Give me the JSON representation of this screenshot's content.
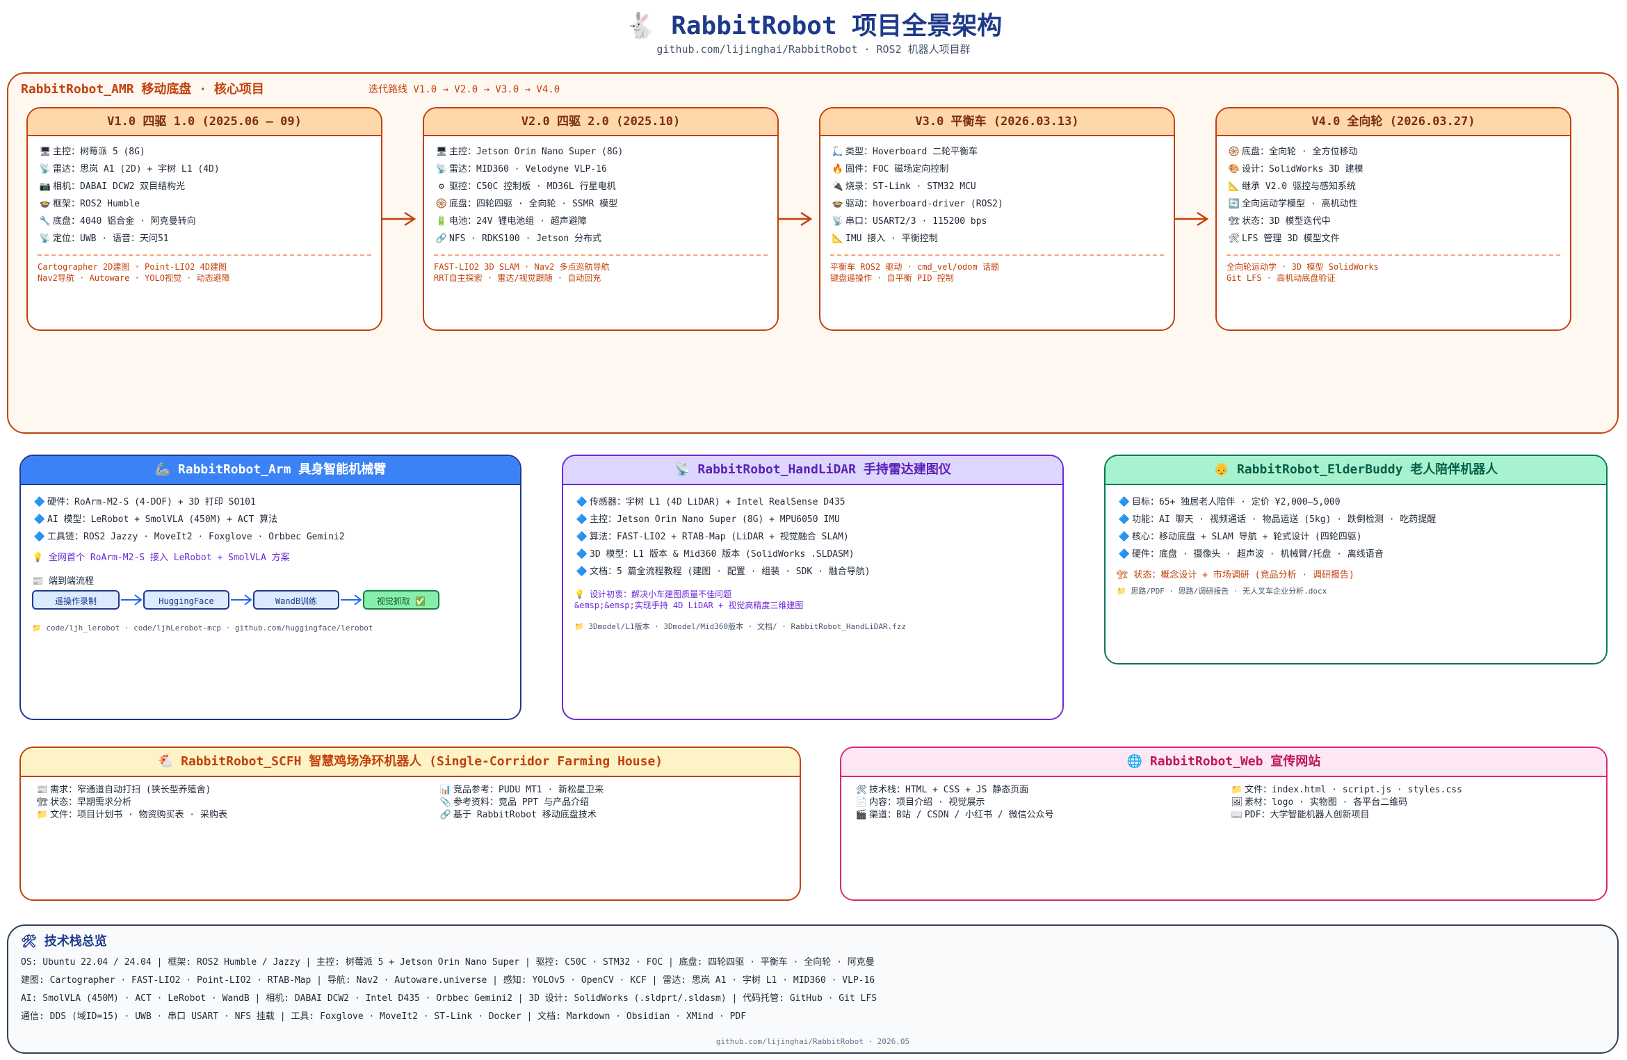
{
  "header": {
    "title": "🐇 RabbitRobot 项目全景架构",
    "subtitle": "github.com/lijinghai/RabbitRobot  ·  ROS2 机器人项目群"
  },
  "amr": {
    "title": "RabbitRobot_AMR  移动底盘 · 核心项目",
    "route": "迭代路线  V1.0 → V2.0 → V3.0 → V4.0",
    "versions": [
      {
        "title": "V1.0  四驱 1.0  (2025.06 – 09)",
        "items": [
          {
            "icon": "🖥",
            "text": "主控：树莓派 5 (8G)"
          },
          {
            "icon": "📡",
            "text": "雷达：思岚 A1 (2D) + 宇树 L1 (4D)"
          },
          {
            "icon": "📷",
            "text": "相机：DABAI DCW2 双目结构光"
          },
          {
            "icon": "🍲",
            "text": "框架：ROS2 Humble"
          },
          {
            "icon": "🔧",
            "text": "底盘：4040 铝合金 · 阿克曼转向"
          },
          {
            "icon": "📡",
            "text": "定位：UWB  · 语音：天问51"
          }
        ],
        "footer": [
          "Cartographer 2D建图 · Point-LIO2 4D建图",
          "Nav2导航 · Autoware · YOLO视觉 · 动态避障"
        ]
      },
      {
        "title": "V2.0  四驱 2.0  (2025.10)",
        "items": [
          {
            "icon": "🖥",
            "text": "主控：Jetson Orin Nano Super (8G)"
          },
          {
            "icon": "📡",
            "text": "雷达：MID360 · Velodyne VLP-16"
          },
          {
            "icon": "⚙",
            "text": "驱控：C50C 控制板 · MD36L 行星电机"
          },
          {
            "icon": "🛞",
            "text": "底盘：四轮四驱 · 全向轮 · SSMR 模型"
          },
          {
            "icon": "🔋",
            "text": "电池：24V 锂电池组 · 超声避障"
          },
          {
            "icon": "🔗",
            "text": "NFS · RDKS100 · Jetson 分布式"
          }
        ],
        "footer": [
          "FAST-LIO2 3D SLAM · Nav2 多点巡航导航",
          "RRT自主探索 · 雷达/视觉跟随 · 自动回充"
        ]
      },
      {
        "title": "V3.0  平衡车  (2026.03.13)",
        "items": [
          {
            "icon": "🛴",
            "text": "类型：Hoverboard 二轮平衡车"
          },
          {
            "icon": "🔥",
            "text": "固件：FOC 磁场定向控制"
          },
          {
            "icon": "🔌",
            "text": "烧录：ST-Link · STM32 MCU"
          },
          {
            "icon": "🍲",
            "text": "驱动：hoverboard-driver (ROS2)"
          },
          {
            "icon": "📡",
            "text": "串口：USART2/3 · 115200 bps"
          },
          {
            "icon": "📐",
            "text": "IMU 接入 · 平衡控制"
          }
        ],
        "footer": [
          "平衡车 ROS2 驱动 · cmd_vel/odom 话题",
          "键盘遥操作 · 自平衡 PID 控制"
        ]
      },
      {
        "title": "V4.0  全向轮  (2026.03.27)",
        "items": [
          {
            "icon": "🛞",
            "text": "底盘：全向轮 · 全方位移动"
          },
          {
            "icon": "🎨",
            "text": "设计：SolidWorks 3D 建模"
          },
          {
            "icon": "📐",
            "text": "继承 V2.0 驱控与感知系统"
          },
          {
            "icon": "🔄",
            "text": "全向运动学模型 · 高机动性"
          },
          {
            "icon": "🏗",
            "text": "状态：3D 模型迭代中"
          },
          {
            "icon": "🛠",
            "text": "LFS 管理 3D 模型文件"
          }
        ],
        "footer": [
          "全向轮运动学 · 3D 模型 SolidWorks",
          "Git LFS · 高机动底盘验证"
        ]
      }
    ]
  },
  "arm": {
    "title": "🦾 RabbitRobot_Arm  具身智能机械臂",
    "items": [
      "硬件：RoArm-M2-S (4-DOF) + 3D 打印 SO101",
      "AI 模型：LeRobot + SmolVLA (450M) + ACT 算法",
      "工具链：ROS2 Jazzy · MoveIt2 · Foxglove · Orbbec Gemini2"
    ],
    "highlight": "💡 全网首个 RoArm-M2-S 接入 LeRobot + SmolVLA 方案",
    "flow_title": "📰 端到端流程",
    "flow": [
      "遥操作录制",
      "HuggingFace",
      "WandB训练",
      "视觉抓取 ✅"
    ],
    "paths": "📁 code/ljh_lerobot  ·  code/ljhLerobot-mcp  ·  github.com/huggingface/lerobot"
  },
  "hand": {
    "title": "📡 RabbitRobot_HandLiDAR  手持雷达建图仪",
    "items": [
      "传感器：宇树 L1 (4D LiDAR) + Intel RealSense D435",
      "主控：Jetson Orin Nano Super (8G) + MPU6050 IMU",
      "算法：FAST-LIO2 + RTAB-Map (LiDAR + 视觉融合 SLAM)",
      "3D 模型：L1 版本 & Mid360 版本 (SolidWorks .SLDASM)",
      "文档：5 篇全流程教程 (建图 · 配置 · 组装 · SDK · 融合导航)"
    ],
    "note1": "💡 设计初衷：解决小车建图质量不佳问题",
    "note2": "&emsp;&emsp;实现手持 4D LiDAR + 视觉高精度三维建图",
    "paths": "📁 3Dmodel/L1版本 · 3Dmodel/Mid360版本 · 文档/  ·  RabbitRobot_HandLiDAR.fzz"
  },
  "elder": {
    "title": "👴 RabbitRobot_ElderBuddy  老人陪伴机器人",
    "items": [
      "目标：65+ 独居老人陪伴  ·  定价 ¥2,000–5,000",
      "功能：AI 聊天 · 视频通话 · 物品运送 (5kg) · 跌倒检测 · 吃药提醒",
      "核心：移动底盘 + SLAM 导航 + 轮式设计 (四轮四驱)",
      "硬件：底盘 · 摄像头 · 超声波 · 机械臂/托盘 · 离线语音"
    ],
    "status": "🏗 状态：概念设计 + 市场调研 (竞品分析 · 调研报告)",
    "paths": "📁 思路/PDF · 思路/调研报告 · 无人叉车企业分析.docx"
  },
  "scfh": {
    "title": "🐔 RabbitRobot_SCFH  智慧鸡场净环机器人  (Single-Corridor Farming House)",
    "left": [
      {
        "icon": "📰",
        "text": "需求：窄通道自动打扫 (狭长型养殖舍)"
      },
      {
        "icon": "🏗",
        "text": "状态：早期需求分析"
      },
      {
        "icon": "📁",
        "text": "文件：项目计划书 · 物资购买表 · 采购表"
      }
    ],
    "right": [
      {
        "icon": "📊",
        "text": "竞品参考：PUDU MT1 · 新松星卫来"
      },
      {
        "icon": "📎",
        "text": "参考资料：竞品 PPT 与产品介绍"
      },
      {
        "icon": "🔗",
        "text": "基于 RabbitRobot 移动底盘技术"
      }
    ]
  },
  "web": {
    "title": "🌐 RabbitRobot_Web  宣传网站",
    "left": [
      {
        "icon": "🛠",
        "text": "技术栈：HTML + CSS + JS 静态页面"
      },
      {
        "icon": "📄",
        "text": "内容：项目介绍 · 视觉展示"
      },
      {
        "icon": "🎬",
        "text": "渠道：B站 / CSDN / 小红书 / 微信公众号"
      }
    ],
    "right": [
      {
        "icon": "📁",
        "text": "文件：index.html · script.js · styles.css"
      },
      {
        "icon": "🖼",
        "text": "素材：logo · 实物图 · 各平台二维码"
      },
      {
        "icon": "📖",
        "text": "PDF：大学智能机器人创新项目"
      }
    ]
  },
  "tech": {
    "title": "🛠 技术栈总览",
    "rows": [
      "OS: Ubuntu 22.04 / 24.04    |    框架: ROS2 Humble / Jazzy    |    主控: 树莓派 5 + Jetson Orin Nano Super    |    驱控: C50C · STM32 · FOC    |    底盘: 四轮四驱 · 平衡车 · 全向轮 · 阿克曼",
      "建图: Cartographer · FAST-LIO2 · Point-LIO2 · RTAB-Map    |    导航: Nav2 · Autoware.universe    |    感知: YOLOv5 · OpenCV · KCF    |    雷达: 思岚 A1 · 宇树 L1 · MID360 · VLP-16",
      "AI: SmolVLA (450M) · ACT · LeRobot · WandB    |    相机: DABAI DCW2 · Intel D435 · Orbbec Gemini2    |    3D 设计: SolidWorks (.sldprt/.sldasm)    |    代码托管: GitHub · Git LFS",
      "通信: DDS (域ID=15) · UWB · 串口 USART · NFS 挂载    |    工具: Foxglove · MoveIt2 · ST-Link · Docker    |    文档: Markdown · Obsidian · XMind · PDF"
    ],
    "footer": "github.com/lijinghai/RabbitRobot  ·  2026.05"
  },
  "colors": {
    "amr": "#c2410c",
    "arm": "#1e3a8a",
    "hand": "#6d28d9",
    "elder": "#047857",
    "scfh": "#c2410c",
    "web": "#db2777"
  }
}
